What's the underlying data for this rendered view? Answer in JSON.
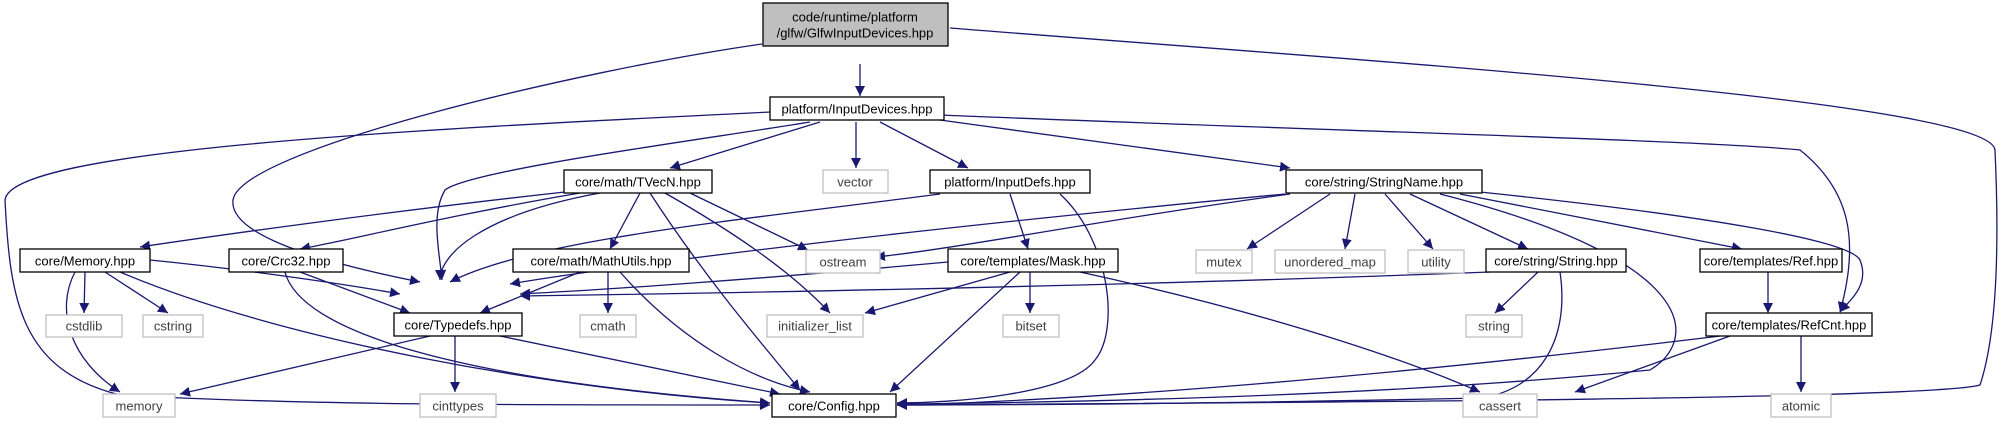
{
  "nodes": {
    "root": [
      "code/runtime/platform",
      "/glfw/GlfwInputDevices.hpp"
    ],
    "input_devices": "platform/InputDevices.hpp",
    "tvecn": "core/math/TVecN.hpp",
    "vector": "vector",
    "input_defs": "platform/InputDefs.hpp",
    "string_name": "core/string/StringName.hpp",
    "memory_hpp": "core/Memory.hpp",
    "crc32": "core/Crc32.hpp",
    "math_utils": "core/math/MathUtils.hpp",
    "ostream": "ostream",
    "mask": "core/templates/Mask.hpp",
    "mutex": "mutex",
    "unordered_map": "unordered_map",
    "utility": "utility",
    "string_hpp": "core/string/String.hpp",
    "ref": "core/templates/Ref.hpp",
    "cstdlib": "cstdlib",
    "cstring": "cstring",
    "typedefs": "core/Typedefs.hpp",
    "cmath": "cmath",
    "initializer_list": "initializer_list",
    "bitset": "bitset",
    "string_std": "string",
    "refcnt": "core/templates/RefCnt.hpp",
    "memory_std": "memory",
    "cinttypes": "cinttypes",
    "config": "core/Config.hpp",
    "cassert": "cassert",
    "atomic": "atomic"
  },
  "colors": {
    "edge": "#191970",
    "root_fill": "#bfbfbf",
    "node_border": "#000000",
    "system_border": "#bfbfbf",
    "system_text": "#404040",
    "text": "#000000"
  }
}
